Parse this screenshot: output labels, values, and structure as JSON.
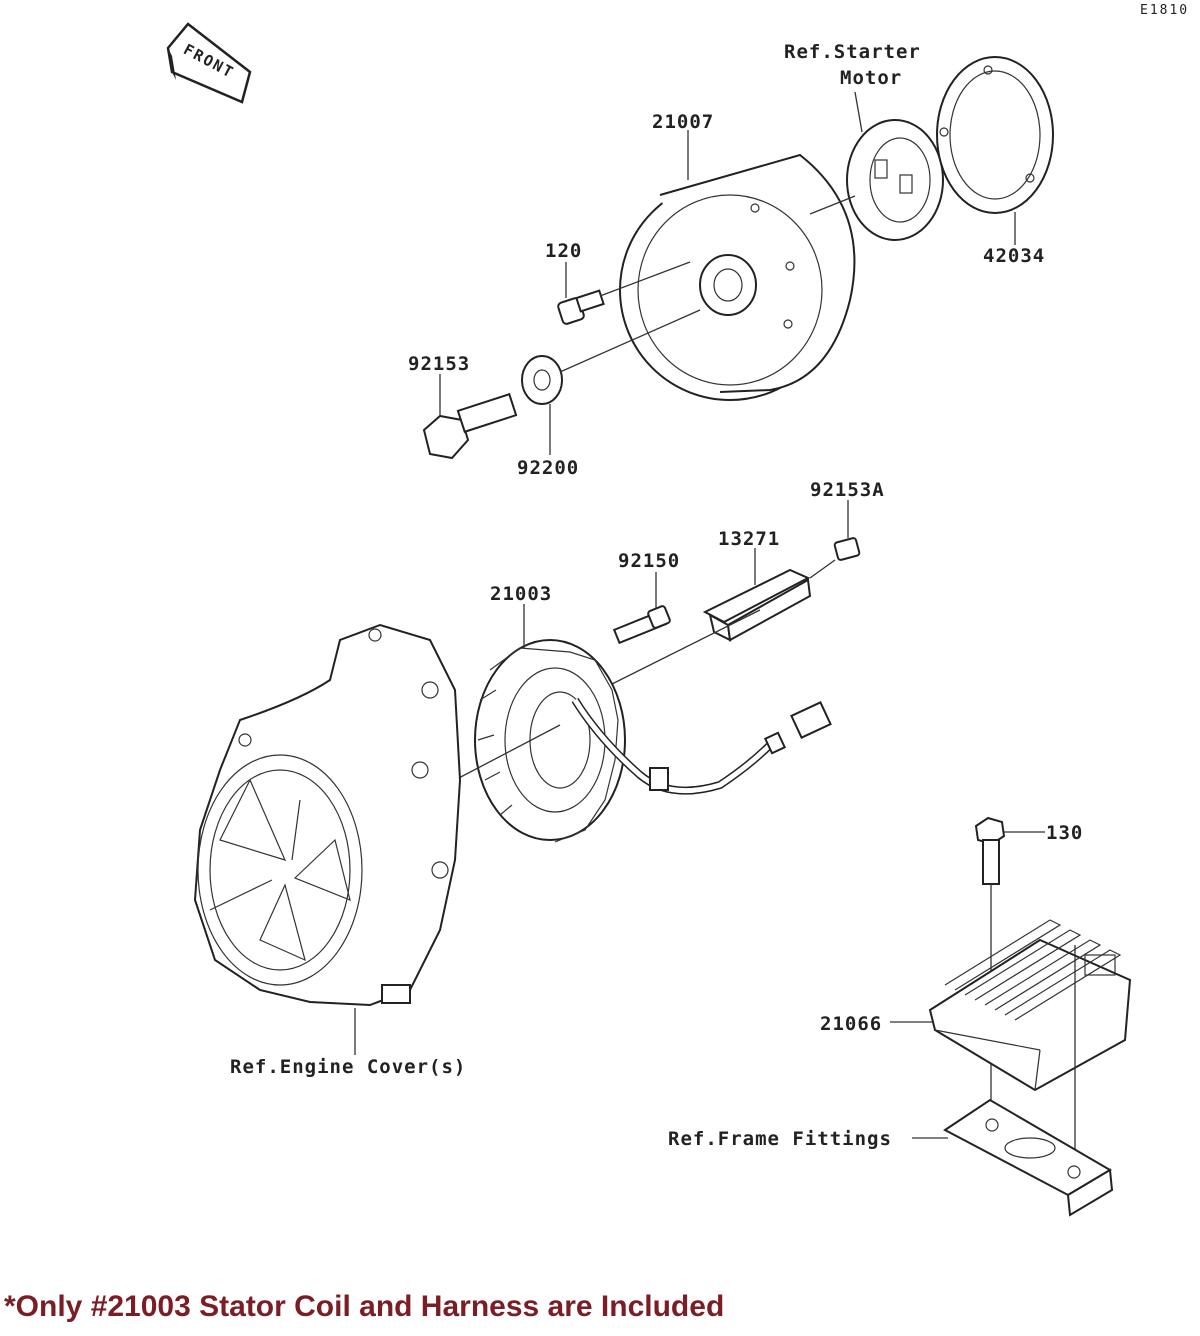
{
  "diagram_code": "E1810",
  "front_label": "FRONT",
  "parts": {
    "p21007": "21007",
    "p120": "120",
    "p92153": "92153",
    "p92200": "92200",
    "p42034": "42034",
    "p92153A": "92153A",
    "p13271": "13271",
    "p92150": "92150",
    "p21003": "21003",
    "p130": "130",
    "p21066": "21066"
  },
  "refs": {
    "starter_line1": "Ref.Starter",
    "starter_line2": "Motor",
    "engine_cover": "Ref.Engine Cover(s)",
    "frame_fittings": "Ref.Frame Fittings"
  },
  "note": "*Only #21003 Stator Coil and Harness are Included",
  "colors": {
    "note": "#7a1d24",
    "line": "#333333"
  }
}
